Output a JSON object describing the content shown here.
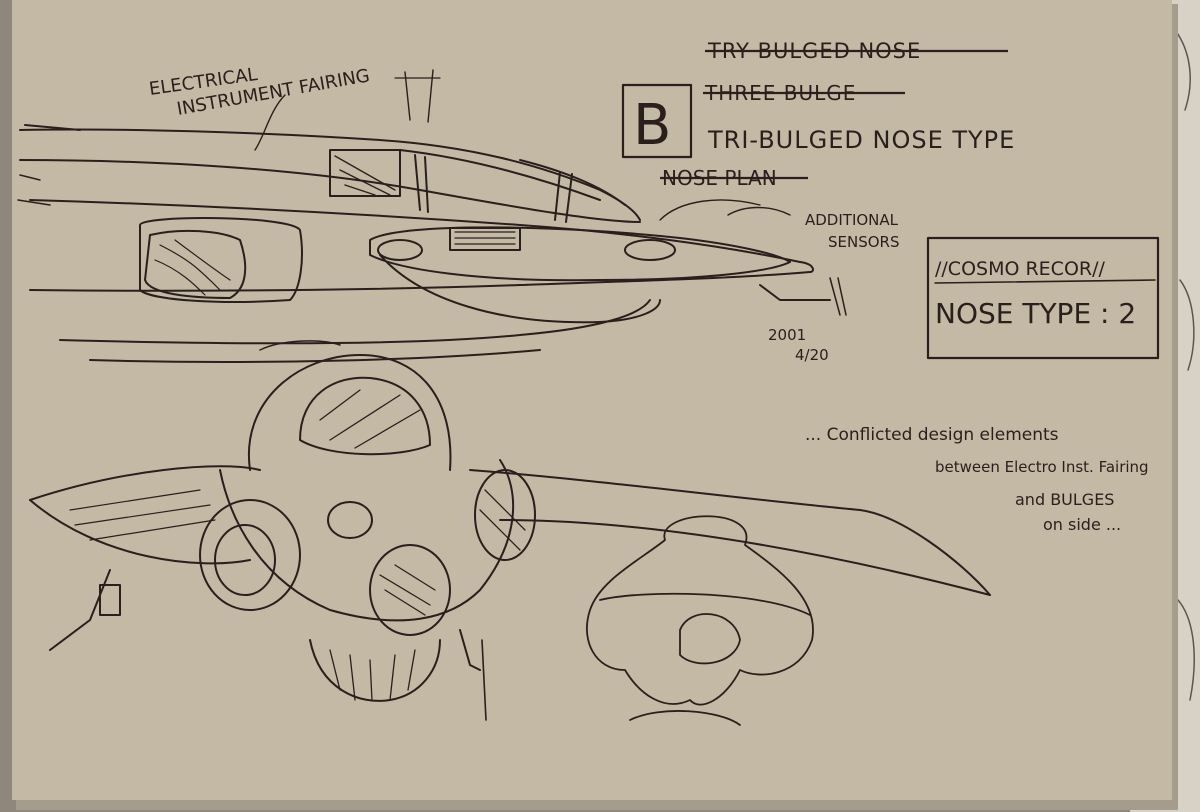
{
  "sketch": {
    "colors": {
      "paper": "#c3b9a5",
      "paper_shadow": "#a59c8c",
      "ink": "#2a1f1d",
      "backdrop": "#8f877b"
    },
    "labels": {
      "electrical_line1": "ELECTRICAL",
      "electrical_line2": "INSTRUMENT FAIRING",
      "try_bulged_nose": "TRY BULGED NOSE",
      "three_bulge": "THREE BULGE",
      "box_letter": "B",
      "tri_bulged": "TRI-BULGED NOSE TYPE",
      "nose_plan": "NOSE PLAN",
      "additional_sensors_line1": "ADDITIONAL",
      "additional_sensors_line2": "SENSORS",
      "cosmo_record": "//COSMO RECOR//",
      "nose_type": "NOSE TYPE : 2",
      "date_line1": "2001",
      "date_line2": "4/20",
      "note_line1": "... Conflicted design elements",
      "note_line2": "between Electro Inst. Fairing",
      "note_line3": "and BULGES",
      "note_line4": "on side ..."
    }
  }
}
